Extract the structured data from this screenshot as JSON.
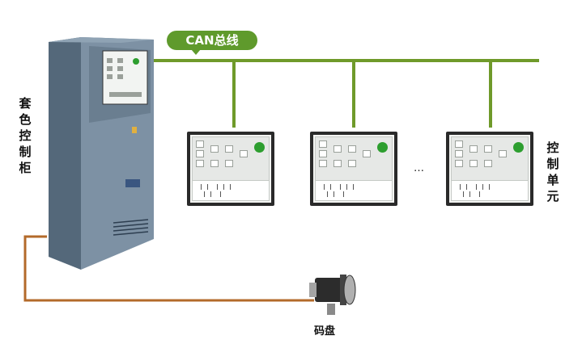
{
  "labels": {
    "bus": "CAN总线",
    "cabinet": "套色控制柜",
    "units": "控制单元",
    "encoder": "码盘",
    "ellipsis": "…"
  },
  "colors": {
    "bus": "#6f9a2a",
    "encoder_line": "#b36a2a",
    "cabinet": "#6b7d8e",
    "badge": "#5f9a2c"
  },
  "icons": {
    "cabinet": "control-cabinet-icon",
    "unit": "control-unit-panel-icon",
    "encoder": "rotary-encoder-icon"
  }
}
